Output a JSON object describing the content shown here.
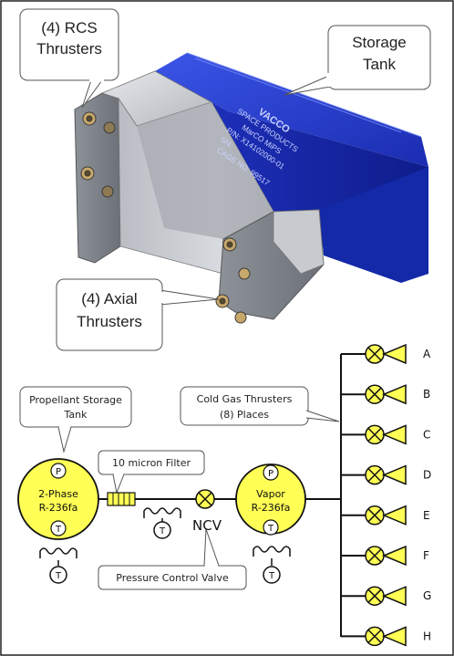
{
  "callouts": {
    "rcs": [
      "(4) RCS",
      "Thrusters"
    ],
    "storage": [
      "Storage",
      "Tank"
    ],
    "axial": [
      "(4) Axial",
      "Thrusters"
    ]
  },
  "tank_label": [
    "VACCO",
    "SPACE PRODUCTS",
    "MarCO MiPS",
    "P/N: X14102000-01",
    "SN:",
    "CAGE NO: 99517"
  ],
  "schematic": {
    "propellant_storage": [
      "Propellant Storage",
      "Tank"
    ],
    "cold_gas": [
      "Cold Gas Thrusters",
      "(8) Places"
    ],
    "filter_label": "10 micron Filter",
    "pressure_valve_label": "Pressure Control Valve",
    "ncv_label": "NCV",
    "two_phase_tank": [
      "2-Phase",
      "R-236fa"
    ],
    "vapor_tank": [
      "Vapor",
      "R-236fa"
    ],
    "pressure_sensor": "P",
    "temp_sensor": "T",
    "thrusters": [
      "A",
      "B",
      "C",
      "D",
      "E",
      "F",
      "G",
      "H"
    ]
  },
  "colors": {
    "tank_blue": "#1f35c4",
    "bubble_yellow": "#ffff55",
    "frame_gray": "#8a8f97"
  }
}
